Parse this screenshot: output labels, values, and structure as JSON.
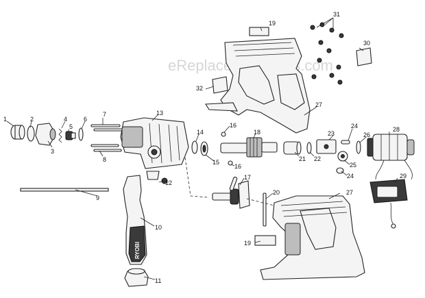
{
  "watermark": "eReplacementParts.com",
  "brand_text": "RYOBI",
  "callouts": {
    "c1": "1",
    "c2": "2",
    "c3": "3",
    "c4": "4",
    "c5": "5",
    "c6": "6",
    "c7": "7",
    "c8": "8",
    "c9": "9",
    "c10": "10",
    "c11": "11",
    "c12": "12",
    "c13": "13",
    "c14": "14",
    "c15": "15",
    "c16a": "16",
    "c16b": "16",
    "c17": "17",
    "c18": "18",
    "c19a": "19",
    "c19b": "19",
    "c20": "20",
    "c21": "21",
    "c22": "22",
    "c23": "23",
    "c24a": "24",
    "c24b": "24",
    "c25": "25",
    "c26": "26",
    "c27a": "27",
    "c27b": "27",
    "c28": "28",
    "c29": "29",
    "c30": "30",
    "c31": "31",
    "c32": "32"
  }
}
